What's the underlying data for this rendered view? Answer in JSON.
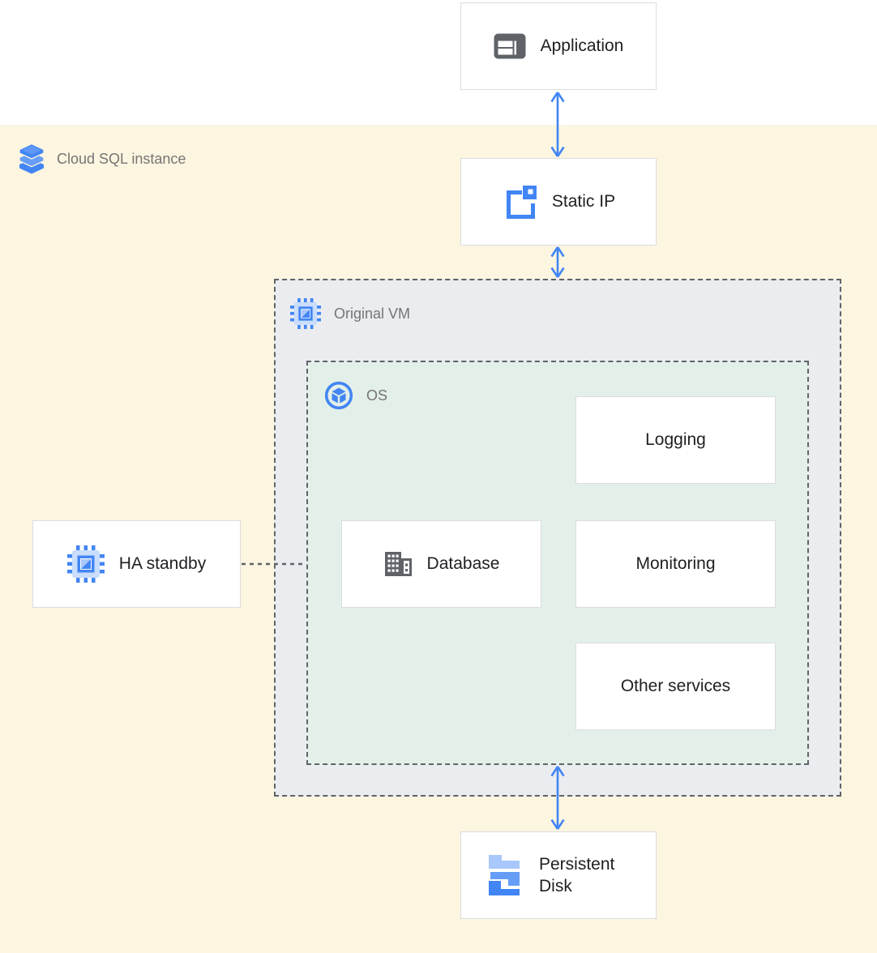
{
  "zones": {
    "cloud_sql": {
      "label": "Cloud SQL instance",
      "icon": "cloud-sql-layers-icon"
    },
    "original_vm": {
      "label": "Original VM",
      "icon": "compute-engine-icon"
    },
    "os": {
      "label": "OS",
      "icon": "os-cube-icon"
    }
  },
  "nodes": {
    "application": {
      "label": "Application",
      "icon": "application-window-icon"
    },
    "static_ip": {
      "label": "Static IP",
      "icon": "static-ip-icon"
    },
    "logging": {
      "label": "Logging"
    },
    "database": {
      "label": "Database",
      "icon": "database-building-icon"
    },
    "monitoring": {
      "label": "Monitoring"
    },
    "other_services": {
      "label": "Other services"
    },
    "ha_standby": {
      "label": "HA standby",
      "icon": "compute-engine-icon"
    },
    "persistent_disk": {
      "label": "Persistent Disk",
      "icon": "persistent-disk-icon"
    }
  },
  "connections": [
    {
      "from": "application",
      "to": "static_ip",
      "style": "blue-double-arrow"
    },
    {
      "from": "static_ip",
      "to": "original_vm",
      "style": "blue-double-arrow"
    },
    {
      "from": "os",
      "to": "persistent_disk",
      "style": "blue-double-arrow"
    },
    {
      "from": "ha_standby",
      "to": "os",
      "style": "gray-dashed-line"
    }
  ],
  "colors": {
    "arrow_blue": "#4285f4",
    "icon_blue": "#4285f4",
    "icon_blue_light": "#a8c7fa",
    "icon_blue_mid": "#669df6",
    "icon_gray": "#5f6368",
    "background_yellow": "#fcf5e0",
    "vm_zone_fill": "#eaecef",
    "os_zone_fill": "#e3f0e9",
    "dashed_border": "#606368",
    "node_border": "#dadce0",
    "zone_label_gray": "#757575",
    "node_text": "#202124"
  }
}
